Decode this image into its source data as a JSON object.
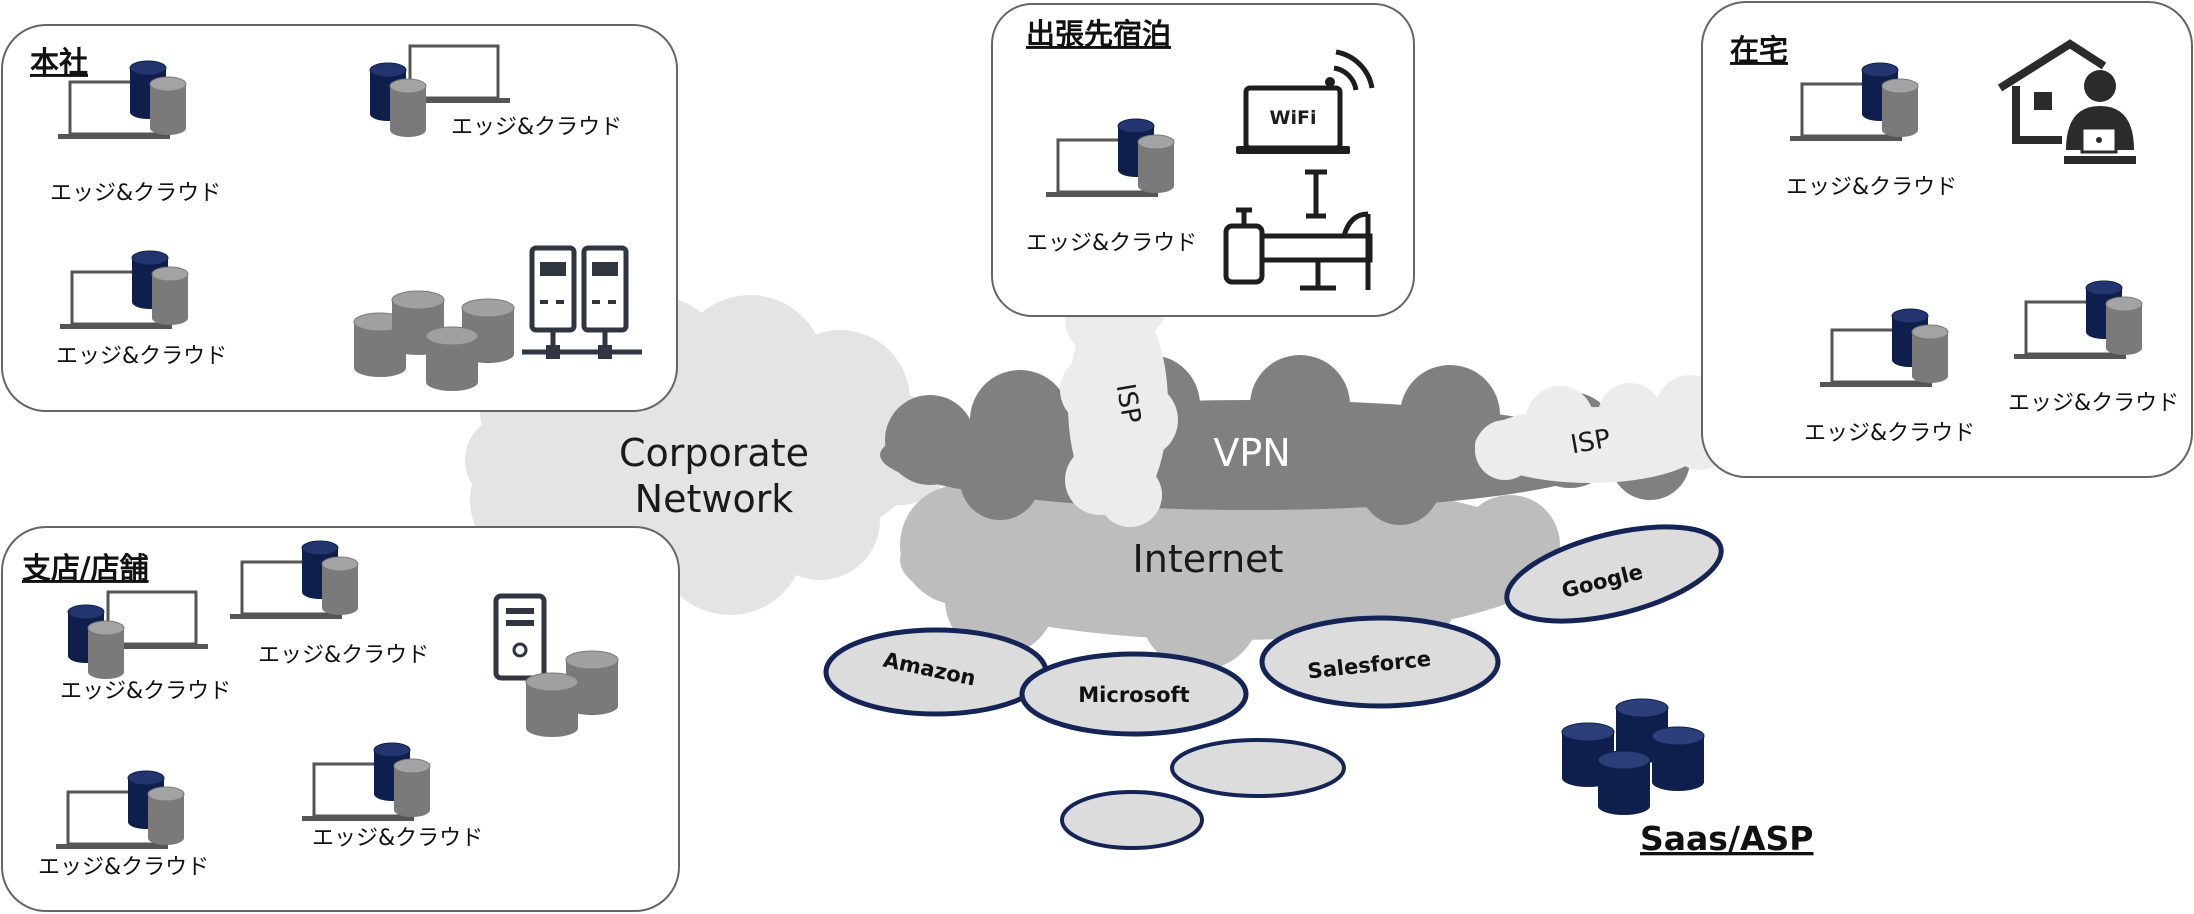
{
  "zones": {
    "honsha": {
      "title": "本社",
      "labels": [
        "エッジ&クラウド",
        "エッジ&クラウド",
        "エッジ&クラウド"
      ]
    },
    "shutcho": {
      "title": "出張先宿泊",
      "labels": [
        "エッジ&クラウド"
      ],
      "wifi": "WiFi"
    },
    "zaitaku": {
      "title": "在宅",
      "labels": [
        "エッジ&クラウド",
        "エッジ&クラウド",
        "エッジ&クラウド"
      ]
    },
    "shiten": {
      "title": "支店/店舗",
      "labels": [
        "エッジ&クラウド",
        "エッジ&クラウド",
        "エッジ&クラウド",
        "エッジ&クラウド"
      ]
    }
  },
  "networks": {
    "corporate_line1": "Corporate",
    "corporate_line2": "Network",
    "vpn": "VPN",
    "internet": "Internet",
    "isp_top": "ISP",
    "isp_right": "ISP"
  },
  "services": {
    "amazon": "Amazon",
    "microsoft": "Microsoft",
    "salesforce": "Salesforce",
    "google": "Google"
  },
  "saas": {
    "title": "Saas/ASP"
  },
  "colors": {
    "navy": "#0f1f4d",
    "db_gray": "#7a7a7a",
    "corporate_cloud": "#e4e4e4",
    "vpn_cloud": "#808080",
    "internet_cloud": "#bdbdbd",
    "service_cloud_fill": "#dcdcdc",
    "service_cloud_stroke": "#152456"
  }
}
